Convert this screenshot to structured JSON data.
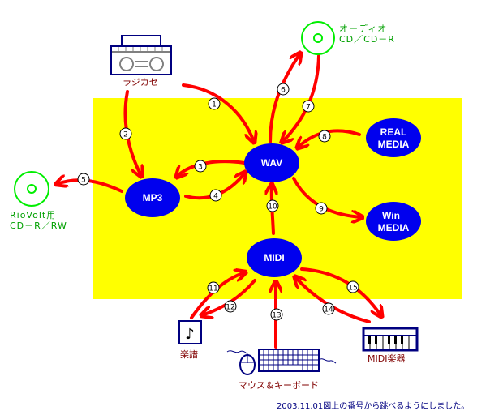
{
  "colors": {
    "background_panel": "#ffff00",
    "node_fill": "#0000ee",
    "node_text": "#ffffff",
    "arrow": "#ff0000",
    "cd_ring": "#00ee00",
    "icon_outline": "#000080",
    "label_red": "#800000",
    "label_green": "#00a000",
    "label_navy": "#000080"
  },
  "nodes": {
    "wav": "WAV",
    "mp3": "MP3",
    "midi": "MIDI",
    "real_media": [
      "REAL",
      "MEDIA"
    ],
    "win_media": [
      "Win",
      "MEDIA"
    ]
  },
  "devices": {
    "radio_cassette": {
      "label": "ラジカセ",
      "icon": "boombox-icon"
    },
    "audio_cd": {
      "label_line1": "オーディオ",
      "label_line2": "CD／CD－R",
      "icon": "cd-icon"
    },
    "riovolt_cd": {
      "label_line1": "RioVolt用",
      "label_line2": "CD－R／RW",
      "icon": "cd-icon"
    },
    "sheet_music": {
      "label": "楽譜",
      "icon": "music-note-icon"
    },
    "mouse_keyboard": {
      "label": "マウス＆キーボード",
      "icon": "keyboard-mouse-icon"
    },
    "midi_instrument": {
      "label": "MIDI楽器",
      "icon": "piano-keyboard-icon"
    }
  },
  "edges": [
    {
      "num": "1",
      "from": "ラジカセ",
      "to": "WAV"
    },
    {
      "num": "2",
      "from": "ラジカセ",
      "to": "MP3"
    },
    {
      "num": "3",
      "from": "WAV",
      "to": "MP3"
    },
    {
      "num": "4",
      "from": "MP3",
      "to": "WAV"
    },
    {
      "num": "5",
      "from": "MP3",
      "to": "RioVolt用CD"
    },
    {
      "num": "6",
      "from": "WAV",
      "to": "オーディオCD"
    },
    {
      "num": "7",
      "from": "オーディオCD",
      "to": "WAV"
    },
    {
      "num": "8",
      "from": "REAL MEDIA",
      "to": "WAV"
    },
    {
      "num": "9",
      "from": "WAV",
      "to": "Win MEDIA"
    },
    {
      "num": "10",
      "from": "MIDI",
      "to": "WAV"
    },
    {
      "num": "11",
      "from": "楽譜",
      "to": "MIDI"
    },
    {
      "num": "12",
      "from": "MIDI",
      "to": "楽譜"
    },
    {
      "num": "13",
      "from": "マウス＆キーボード",
      "to": "MIDI"
    },
    {
      "num": "14",
      "from": "MIDI楽器",
      "to": "MIDI"
    },
    {
      "num": "15",
      "from": "MIDI",
      "to": "MIDI楽器"
    }
  ],
  "footer_note": "2003.11.01図上の番号から跳べるようにしました。"
}
